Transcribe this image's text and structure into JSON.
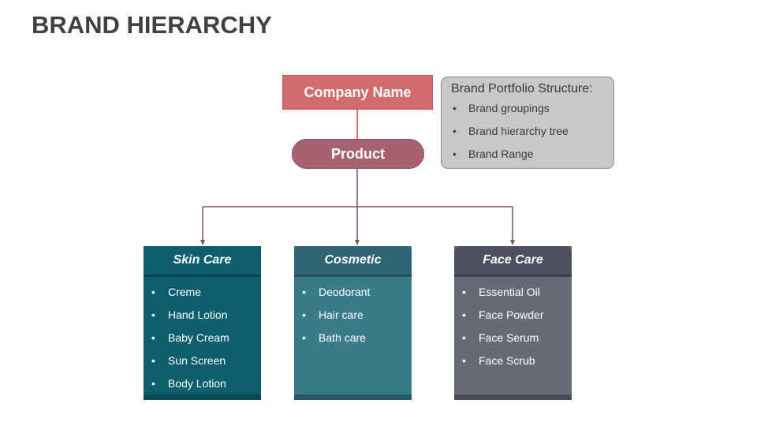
{
  "title": "BRAND HIERARCHY",
  "company": "Company Name",
  "product": "Product",
  "portfolio": {
    "title": "Brand Portfolio Structure:",
    "items": [
      "Brand groupings",
      "Brand hierarchy tree",
      "Brand Range"
    ]
  },
  "categories": [
    {
      "name": "Skin Care",
      "items": [
        "Creme",
        "Hand Lotion",
        "Baby Cream",
        "Sun Screen",
        "Body Lotion"
      ]
    },
    {
      "name": "Cosmetic",
      "items": [
        "Deodorant",
        "Hair care",
        "Bath care"
      ]
    },
    {
      "name": "Face Care",
      "items": [
        "Essential Oil",
        "Face Powder",
        "Face Serum",
        "Face Scrub"
      ]
    }
  ],
  "colors": {
    "company": "#d36b6b",
    "product": "#a6626e",
    "connector": "#8a4f5a",
    "skin_care": "#0d5f6e",
    "cosmetic": "#3b7b89",
    "face_care": "#686a78"
  }
}
